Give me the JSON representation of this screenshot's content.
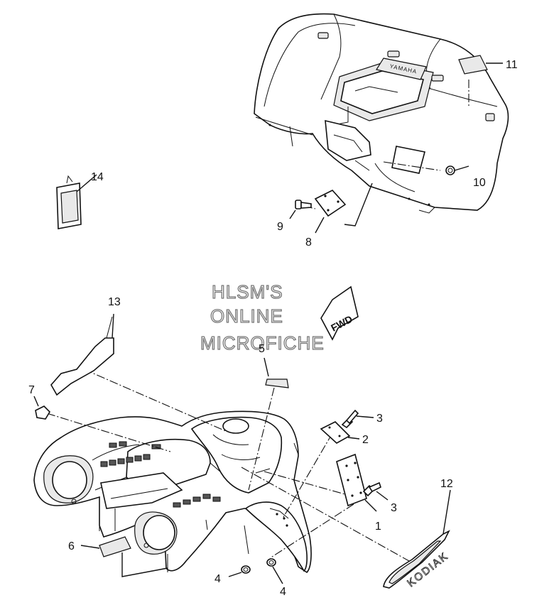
{
  "callouts": {
    "c1": "1",
    "c2": "2",
    "c3a": "3",
    "c3b": "3",
    "c4a": "4",
    "c4b": "4",
    "c5": "5",
    "c6": "6",
    "c7": "7",
    "c8": "8",
    "c9": "9",
    "c10": "10",
    "c11": "11",
    "c12": "12",
    "c13": "13",
    "c14": "14"
  },
  "watermark": {
    "line1": "HLSM'S",
    "line2": "ONLINE",
    "line3": "MICROFICHE"
  },
  "fwd_arrow": "FWD",
  "decal_text": "KODIAK",
  "brand_text": "YAMAHA"
}
